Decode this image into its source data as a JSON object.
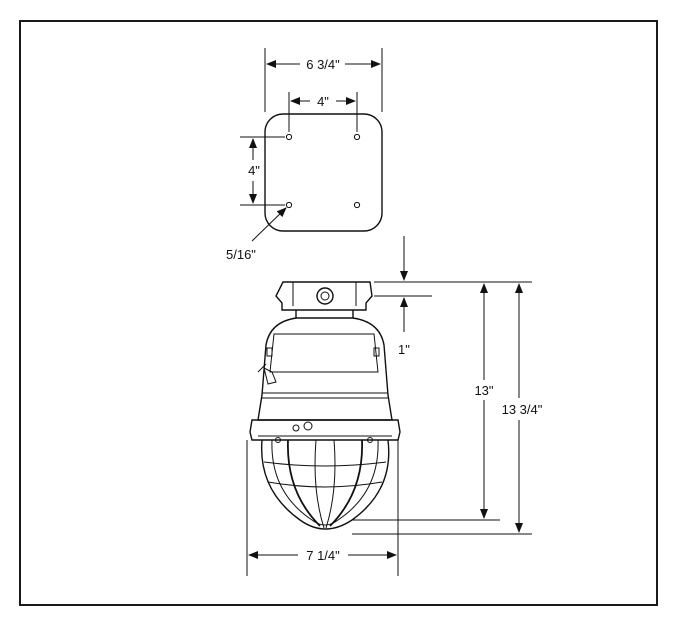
{
  "diagram": {
    "plate_width": "6 3/4\"",
    "hole_spacing_horizontal": "4\"",
    "hole_spacing_vertical": "4\"",
    "hole_diameter": "5/16\"",
    "box_offset": "1\"",
    "body_height": "13\"",
    "overall_height": "13 3/4\"",
    "globe_width": "7 1/4\""
  },
  "colors": {
    "line": "#111111",
    "background": "#ffffff",
    "frame": "#1a1a1a"
  }
}
